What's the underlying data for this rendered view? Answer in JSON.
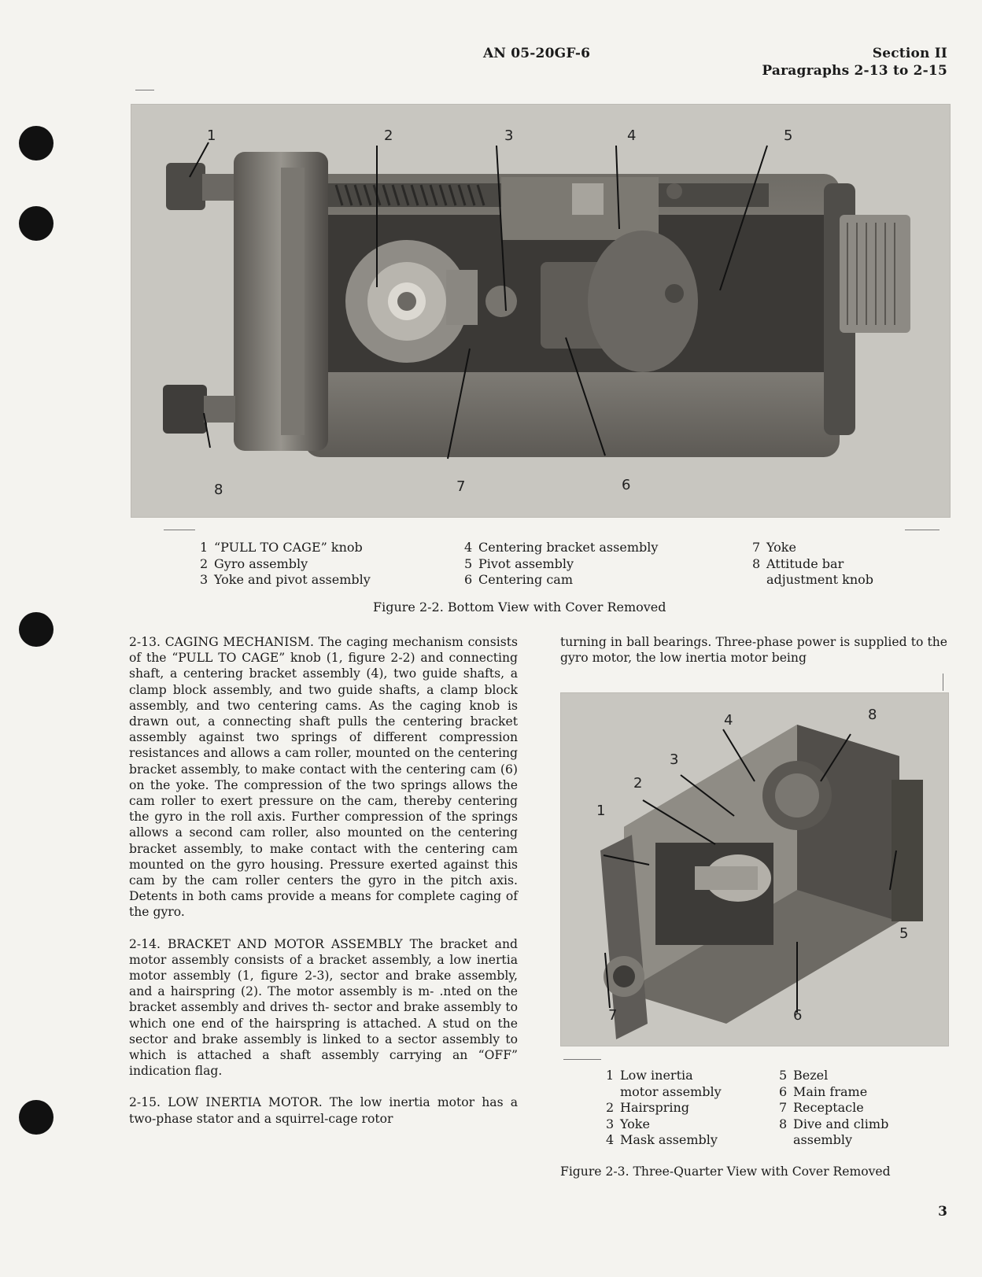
{
  "header": {
    "doc_number": "AN 05-20GF-6",
    "section": "Section II",
    "paragraphs": "Paragraphs 2-13 to 2-15"
  },
  "figure1": {
    "callouts": [
      "1",
      "2",
      "3",
      "4",
      "5",
      "8",
      "7",
      "6"
    ],
    "legend_col1": [
      {
        "num": "1",
        "text": "“PULL TO CAGE” knob"
      },
      {
        "num": "2",
        "text": "Gyro assembly"
      },
      {
        "num": "3",
        "text": "Yoke and pivot assembly"
      }
    ],
    "legend_col2": [
      {
        "num": "4",
        "text": "Centering bracket assembly"
      },
      {
        "num": "5",
        "text": "Pivot assembly"
      },
      {
        "num": "6",
        "text": "Centering cam"
      }
    ],
    "legend_col3": [
      {
        "num": "7",
        "text": "Yoke"
      },
      {
        "num": "8",
        "text": "Attitude bar"
      },
      {
        "num": "",
        "text": "adjustment knob"
      }
    ],
    "caption": "Figure 2-2. Bottom View with Cover Removed"
  },
  "paragraphs": {
    "p213": "2-13. CAGING MECHANISM. The caging mechanism consists of the “PULL TO CAGE” knob (1, figure 2-2) and connecting shaft, a centering bracket assembly (4), two guide shafts, a clamp block assembly, and two guide shafts, a clamp block assembly, and two centering cams. As the caging knob is drawn out, a connecting shaft pulls the centering bracket assembly against two springs of different compression resistances and allows a cam roller, mounted on the centering bracket assembly, to make contact with the centering cam (6) on the yoke. The compression of the two springs allows the cam roller to exert pressure on the cam, thereby centering the gyro in the roll axis. Further compression of the springs allows a second cam roller, also mounted on the centering bracket assembly, to make contact with the centering cam mounted on the gyro housing. Pressure exerted against this cam by the cam roller centers the gyro in the pitch axis. Detents in both cams provide a means for complete caging of the gyro.",
    "p214": "2-14. BRACKET AND MOTOR ASSEMBLY The bracket and motor assembly consists of a bracket assembly, a low inertia motor assembly (1, figure 2-3), sector and brake assembly, and a hairspring (2). The motor assembly is m- .nted on the bracket assembly and drives th- sector and brake assembly to which one end of the hairspring is attached. A stud on the sector and brake assembly is linked to a sector assembly to which is attached a shaft assembly carrying an “OFF” indication flag.",
    "p215": "2-15. LOW INERTIA MOTOR. The low inertia motor has a two-phase stator and a squirrel-cage rotor",
    "p215_cont": "turning in ball bearings. Three-phase power is supplied to the gyro motor, the low inertia motor being"
  },
  "figure2": {
    "callouts": [
      "4",
      "8",
      "3",
      "2",
      "1",
      "5",
      "7",
      "6"
    ],
    "legend_col1": [
      {
        "num": "1",
        "text": "Low inertia"
      },
      {
        "num": "",
        "text": "motor assembly"
      },
      {
        "num": "2",
        "text": "Hairspring"
      },
      {
        "num": "3",
        "text": "Yoke"
      },
      {
        "num": "4",
        "text": "Mask assembly"
      }
    ],
    "legend_col2": [
      {
        "num": "5",
        "text": "Bezel"
      },
      {
        "num": "6",
        "text": "Main frame"
      },
      {
        "num": "7",
        "text": "Receptacle"
      },
      {
        "num": "8",
        "text": "Dive and climb"
      },
      {
        "num": "",
        "text": "assembly"
      }
    ],
    "caption": "Figure 2-3. Three-Quarter View with Cover Removed"
  },
  "page_number": "3"
}
